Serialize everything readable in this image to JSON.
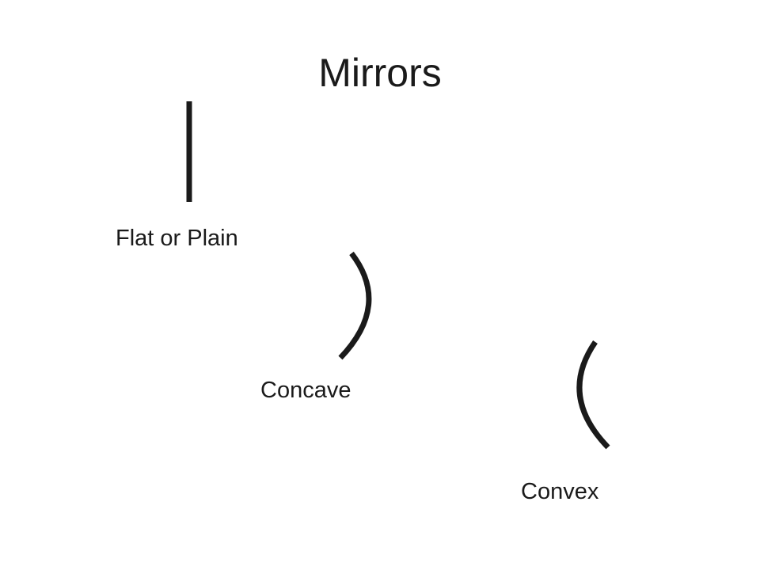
{
  "title": "Mirrors",
  "mirrors": [
    {
      "kind": "flat",
      "label": "Flat or Plain",
      "icon": "straight-line-icon"
    },
    {
      "kind": "concave",
      "label": "Concave",
      "icon": "right-arc-icon"
    },
    {
      "kind": "convex",
      "label": "Convex",
      "icon": "left-arc-icon"
    }
  ],
  "colors": {
    "background": "#ffffff",
    "stroke": "#1a1a1a"
  }
}
